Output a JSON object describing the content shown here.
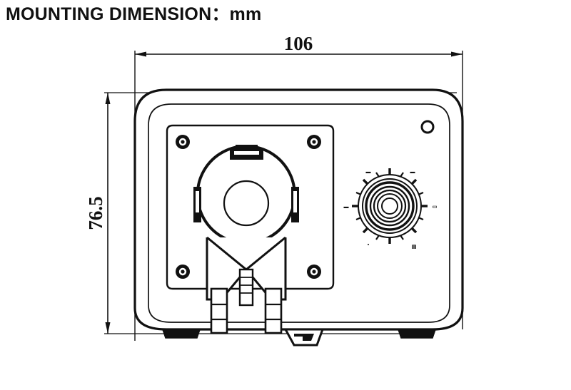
{
  "title": {
    "text": "MOUNTING DIMENSION：mm"
  },
  "drawing": {
    "name": "peristaltic-pump-front-view",
    "dimensions": {
      "width": {
        "label": "106",
        "unit": "mm",
        "orientation": "horizontal"
      },
      "height": {
        "label": "76.5",
        "unit": "mm",
        "orientation": "vertical"
      }
    },
    "components": {
      "housing": "enclosure-outline",
      "faceplate": "mounting-faceplate",
      "pump_head": "peristaltic-pump-head",
      "rotor_hub": "rotor-hub",
      "tube_clamp": "tube-clamp",
      "tube_ports": [
        "inlet-tube-port",
        "outlet-tube-port"
      ],
      "screws": [
        "screw-top-left",
        "screw-top-right",
        "screw-bottom-left",
        "screw-bottom-right"
      ],
      "indicator": "led-indicator",
      "knob": "speed-control-knob",
      "feet": [
        "foot-left",
        "foot-right"
      ],
      "bracket": "center-mounting-bracket"
    },
    "knob_labels": [
      {
        "id": "knob-label-upper-left",
        "text": "▬"
      },
      {
        "id": "knob-label-upper-right",
        "text": "▬"
      },
      {
        "id": "knob-label-left",
        "text": "▬"
      },
      {
        "id": "knob-label-right",
        "text": "▭"
      },
      {
        "id": "knob-label-lower-left",
        "text": "▪"
      },
      {
        "id": "knob-label-lower-right",
        "text": "▤"
      }
    ],
    "colors": {
      "line": "#111111",
      "background": "#ffffff",
      "fill": "#ffffff"
    }
  }
}
